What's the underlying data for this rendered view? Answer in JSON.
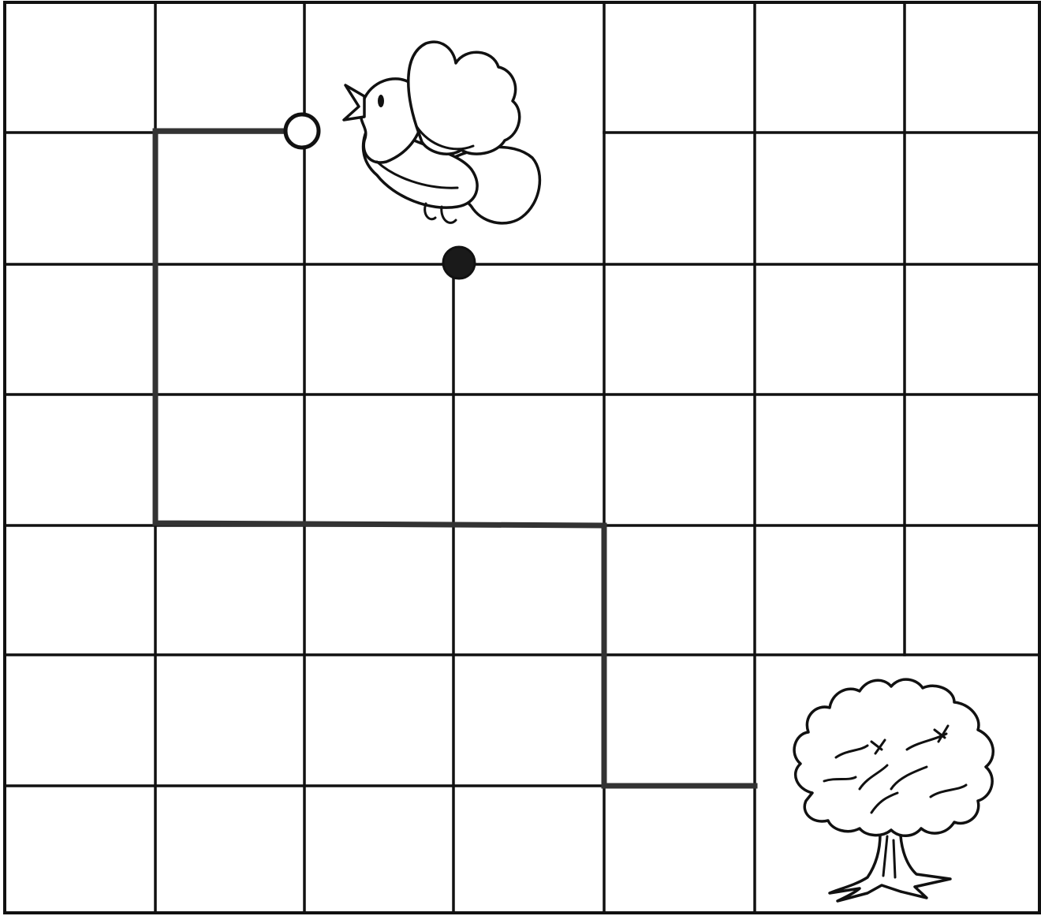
{
  "figure": {
    "description_free": true,
    "colors": {
      "background": "#ffffff",
      "line": "#111111",
      "path": "#333333"
    },
    "grid": {
      "columns": 7,
      "rows": 7,
      "blank_cells": [
        "bird-region",
        "tree-region"
      ]
    },
    "markers": [
      {
        "kind": "open-circle",
        "icon": "open-circle-marker"
      },
      {
        "kind": "filled-circle",
        "icon": "filled-circle-marker"
      }
    ],
    "illustrations": [
      {
        "icon": "bird-icon"
      },
      {
        "icon": "tree-icon"
      }
    ]
  }
}
